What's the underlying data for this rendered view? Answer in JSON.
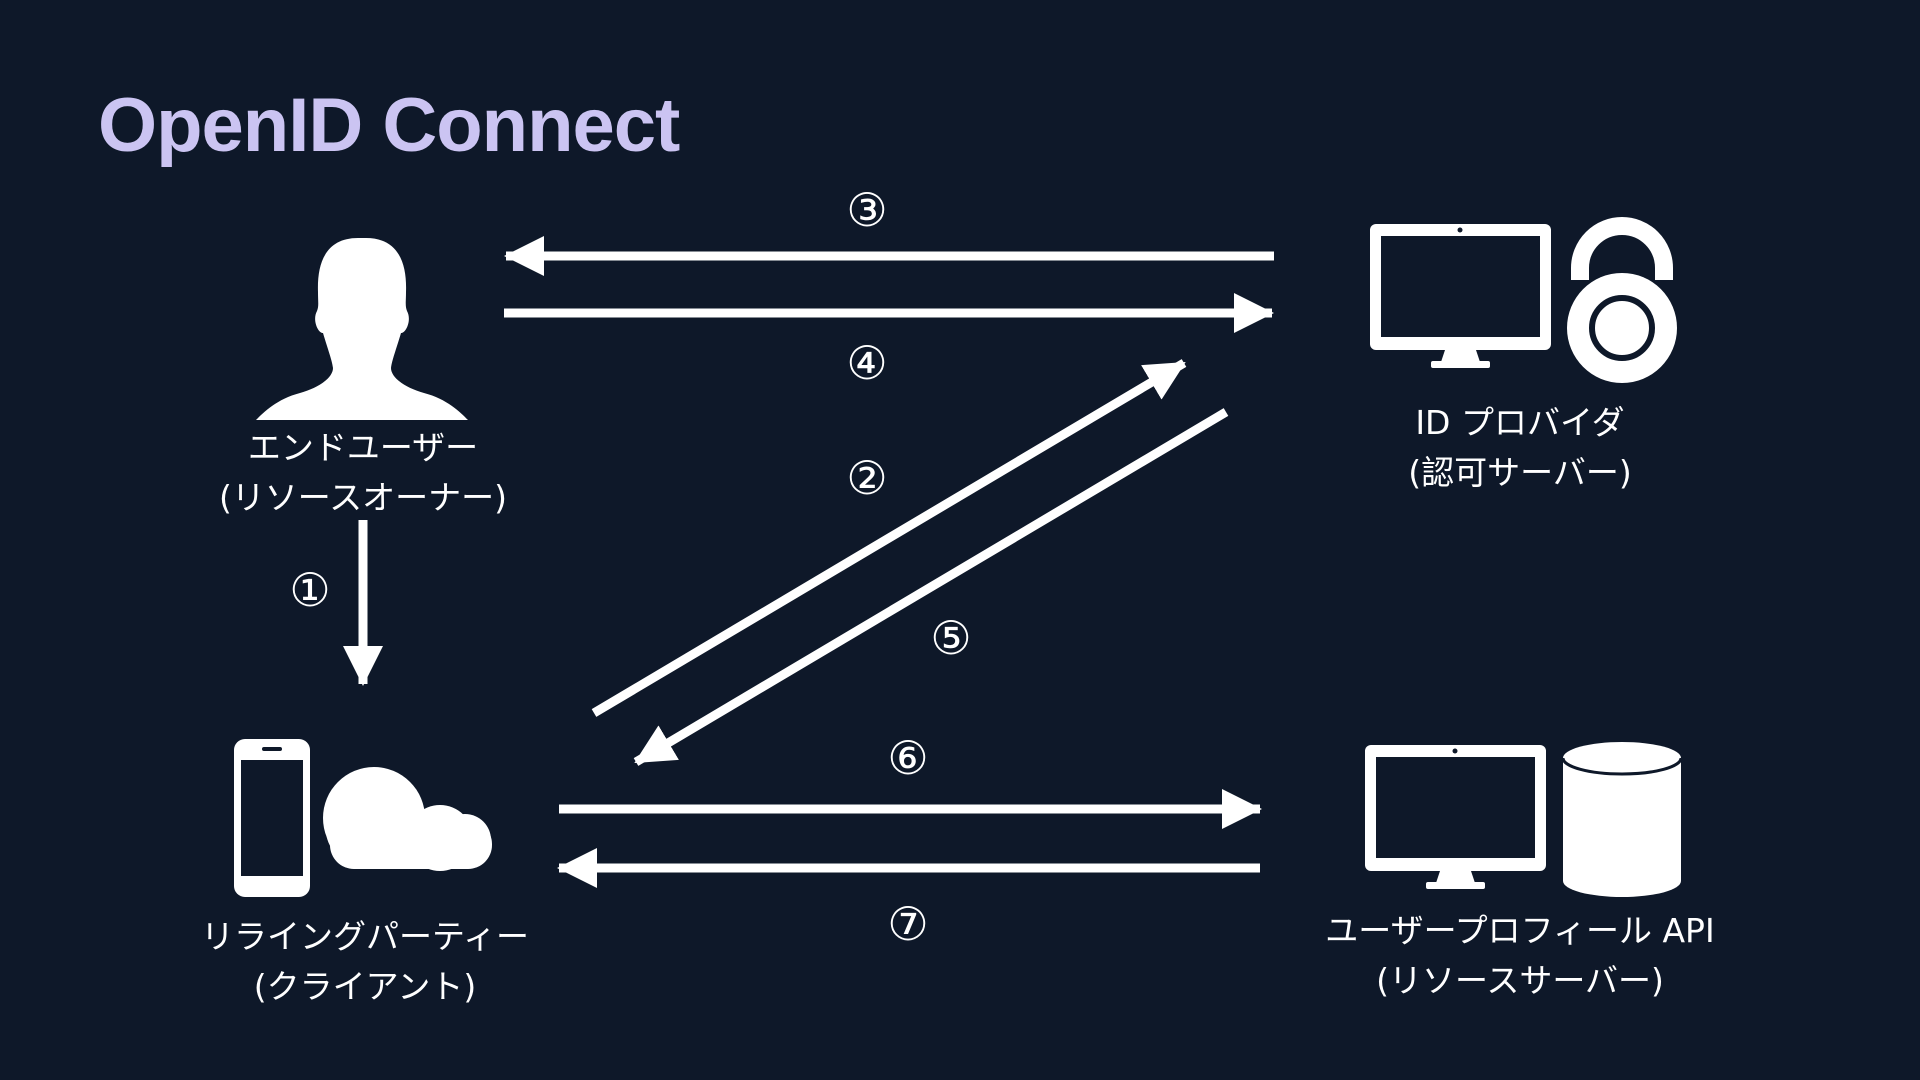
{
  "title": "OpenID Connect",
  "colors": {
    "background": "#0e1829",
    "title": "#cbc4f2",
    "foreground": "#ffffff"
  },
  "nodes": {
    "end_user": {
      "icon": "person-icon",
      "line1": "エンドユーザー",
      "line2": "(リソースオーナー)"
    },
    "id_provider": {
      "icons": [
        "monitor-icon",
        "padlock-icon"
      ],
      "line1": "ID プロバイダ",
      "line2": "(認可サーバー)"
    },
    "relying_party": {
      "icons": [
        "smartphone-icon",
        "cloud-icon"
      ],
      "line1": "リライングパーティー",
      "line2": "(クライアント)"
    },
    "resource_server": {
      "icons": [
        "monitor-icon",
        "database-icon"
      ],
      "line1": "ユーザープロフィール API",
      "line2": "(リソースサーバー)"
    }
  },
  "steps": {
    "s1": "①",
    "s2": "②",
    "s3": "③",
    "s4": "④",
    "s5": "⑤",
    "s6": "⑥",
    "s7": "⑦"
  }
}
